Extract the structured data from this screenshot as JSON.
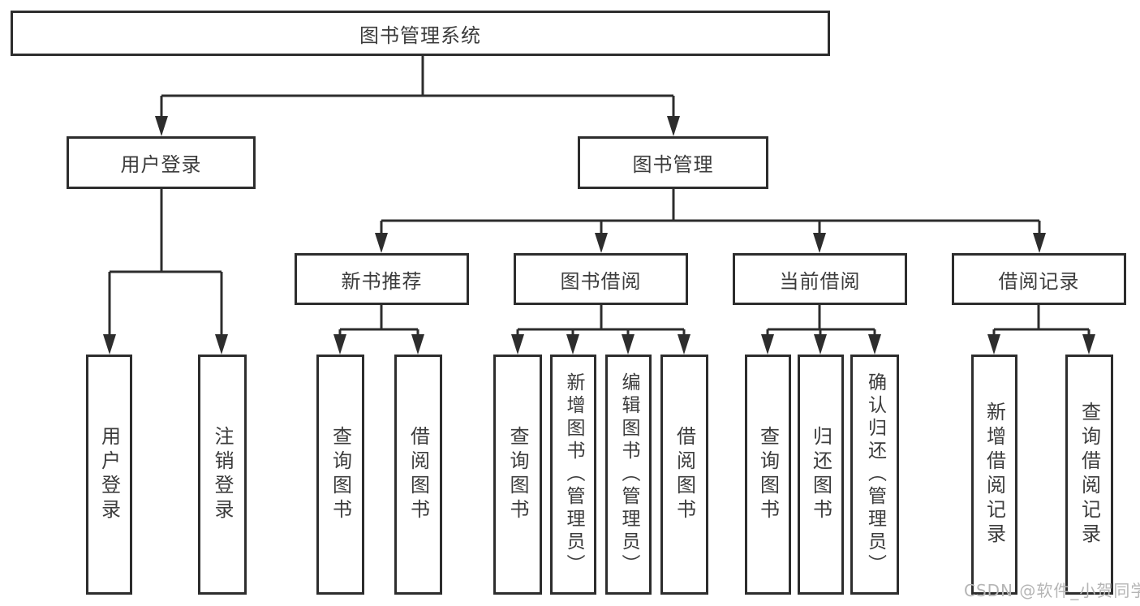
{
  "diagram": {
    "root": {
      "label": "图书管理系统"
    },
    "branches": [
      {
        "label": "用户登录",
        "children": [
          {
            "label": "用户登录"
          },
          {
            "label": "注销登录"
          }
        ]
      },
      {
        "label": "图书管理",
        "children": [
          {
            "label": "新书推荐",
            "children": [
              {
                "label": "查询图书"
              },
              {
                "label": "借阅图书"
              }
            ]
          },
          {
            "label": "图书借阅",
            "children": [
              {
                "label": "查询图书"
              },
              {
                "label": "新增图书（管理员）"
              },
              {
                "label": "编辑图书（管理员）"
              },
              {
                "label": "借阅图书"
              }
            ]
          },
          {
            "label": "当前借阅",
            "children": [
              {
                "label": "查询图书"
              },
              {
                "label": "归还图书"
              },
              {
                "label": "确认归还（管理员）"
              }
            ]
          },
          {
            "label": "借阅记录",
            "children": [
              {
                "label": "新增借阅记录"
              },
              {
                "label": "查询借阅记录"
              }
            ]
          }
        ]
      }
    ]
  },
  "watermark": {
    "text": "CSDN @软件_小贺同学"
  },
  "colors": {
    "line": "#2d2d2d",
    "box_background": "#ffffff",
    "text": "#3c3c3c",
    "watermark": "#b5b5b5"
  }
}
